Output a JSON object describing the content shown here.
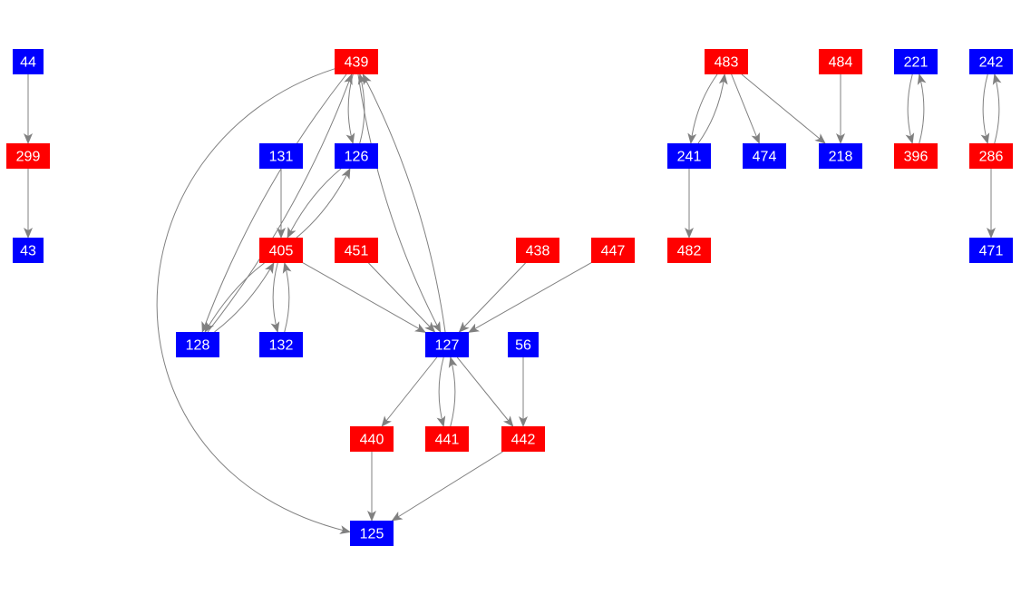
{
  "colors": {
    "red": "#ff0000",
    "blue": "#0000ff",
    "edge": "#808080"
  },
  "nodes": [
    {
      "id": "44",
      "color": "blue"
    },
    {
      "id": "299",
      "color": "red"
    },
    {
      "id": "43",
      "color": "blue"
    },
    {
      "id": "439",
      "color": "red"
    },
    {
      "id": "131",
      "color": "blue"
    },
    {
      "id": "126",
      "color": "blue"
    },
    {
      "id": "405",
      "color": "red"
    },
    {
      "id": "451",
      "color": "red"
    },
    {
      "id": "438",
      "color": "red"
    },
    {
      "id": "447",
      "color": "red"
    },
    {
      "id": "128",
      "color": "blue"
    },
    {
      "id": "132",
      "color": "blue"
    },
    {
      "id": "127",
      "color": "blue"
    },
    {
      "id": "56",
      "color": "blue"
    },
    {
      "id": "440",
      "color": "red"
    },
    {
      "id": "441",
      "color": "red"
    },
    {
      "id": "442",
      "color": "red"
    },
    {
      "id": "125",
      "color": "blue"
    },
    {
      "id": "483",
      "color": "red"
    },
    {
      "id": "484",
      "color": "red"
    },
    {
      "id": "221",
      "color": "blue"
    },
    {
      "id": "242",
      "color": "blue"
    },
    {
      "id": "241",
      "color": "blue"
    },
    {
      "id": "474",
      "color": "blue"
    },
    {
      "id": "218",
      "color": "blue"
    },
    {
      "id": "396",
      "color": "red"
    },
    {
      "id": "286",
      "color": "red"
    },
    {
      "id": "482",
      "color": "red"
    },
    {
      "id": "471",
      "color": "blue"
    }
  ],
  "edges": [
    [
      "44",
      "299"
    ],
    [
      "299",
      "43"
    ],
    [
      "439",
      "128"
    ],
    [
      "128",
      "439"
    ],
    [
      "439",
      "126"
    ],
    [
      "126",
      "439"
    ],
    [
      "439",
      "127"
    ],
    [
      "127",
      "439"
    ],
    [
      "439",
      "125"
    ],
    [
      "131",
      "405"
    ],
    [
      "126",
      "405"
    ],
    [
      "405",
      "126"
    ],
    [
      "405",
      "128"
    ],
    [
      "128",
      "405"
    ],
    [
      "405",
      "132"
    ],
    [
      "132",
      "405"
    ],
    [
      "405",
      "127"
    ],
    [
      "451",
      "127"
    ],
    [
      "438",
      "127"
    ],
    [
      "447",
      "127"
    ],
    [
      "127",
      "440"
    ],
    [
      "127",
      "441"
    ],
    [
      "441",
      "127"
    ],
    [
      "127",
      "442"
    ],
    [
      "56",
      "442"
    ],
    [
      "440",
      "125"
    ],
    [
      "442",
      "125"
    ],
    [
      "483",
      "241"
    ],
    [
      "241",
      "483"
    ],
    [
      "483",
      "474"
    ],
    [
      "483",
      "218"
    ],
    [
      "484",
      "218"
    ],
    [
      "241",
      "482"
    ],
    [
      "221",
      "396"
    ],
    [
      "396",
      "221"
    ],
    [
      "242",
      "286"
    ],
    [
      "286",
      "242"
    ],
    [
      "286",
      "471"
    ]
  ]
}
